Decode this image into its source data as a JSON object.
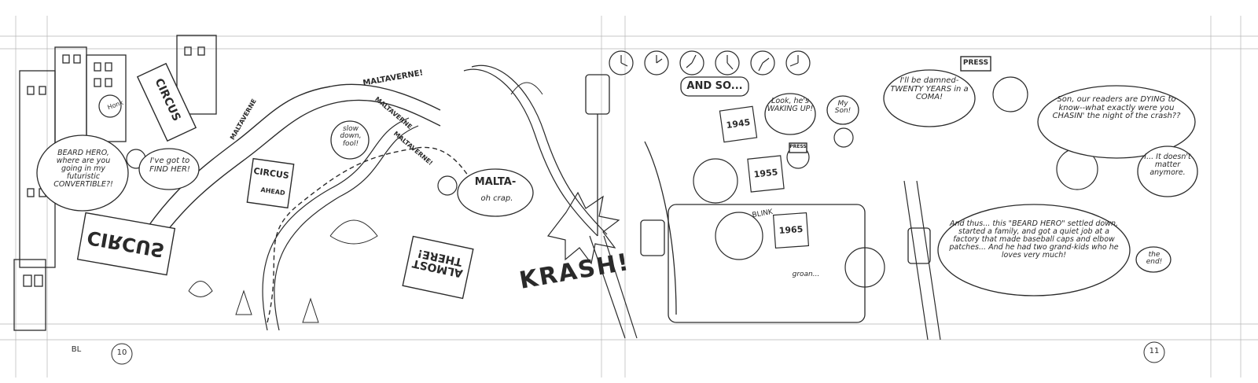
{
  "page": {
    "left_page_number": "10",
    "right_page_number": "11",
    "artist_initials": "BL"
  },
  "signs": {
    "circus_top": "CIRCUS",
    "circus_mid": "CIRCUS",
    "circus_ahead": "AHEAD",
    "circus_bottom_mirrored": "CIRCUS",
    "almost_there": "ALMOST THERE!",
    "press_1": "PRESS",
    "press_2": "PRESS"
  },
  "sound_effects": {
    "honk": "Honk",
    "krash": "KRASH!",
    "blink": "BLINK",
    "groan": "groan..."
  },
  "shouts": {
    "maltaverne_1": "MALTAVERNE",
    "maltaverne_2": "MALTAVERNE!",
    "maltaverne_3": "MALTAVERNE",
    "maltaverne_4": "MALTAVERNE!"
  },
  "calendar_years": [
    "1945",
    "1955",
    "1965"
  ],
  "balloons": {
    "beard_hero_question": "BEARD HERO, where are you going in my futuristic CONVERTIBLE?!",
    "find_her": "I've got to FIND HER!",
    "slow_down": "slow down, fool!",
    "malta": "MALTA-",
    "oh_crap": "oh crap.",
    "and_so": "AND SO...",
    "waking_up": "Look, he's WAKING UP!",
    "my_son": "My Son!",
    "damned": "I'll be damned- TWENTY YEARS in a COMA!",
    "readers": "Son, our readers are DYING to know--what exactly were you CHASIN' the night of the crash??",
    "doesnt_matter": "I... It doesn't matter anymore.",
    "and_thus": "And thus... this \"BEARD HERO\" settled down, started a family, and got a quiet job at a factory that made baseball caps and elbow patches... And he had two grand-kids who he loves very much!",
    "the_end": "the end!"
  },
  "colors": {
    "pencil": "#2b2b2b",
    "light_pencil": "#8a8a8a",
    "paper": "#ffffff"
  }
}
